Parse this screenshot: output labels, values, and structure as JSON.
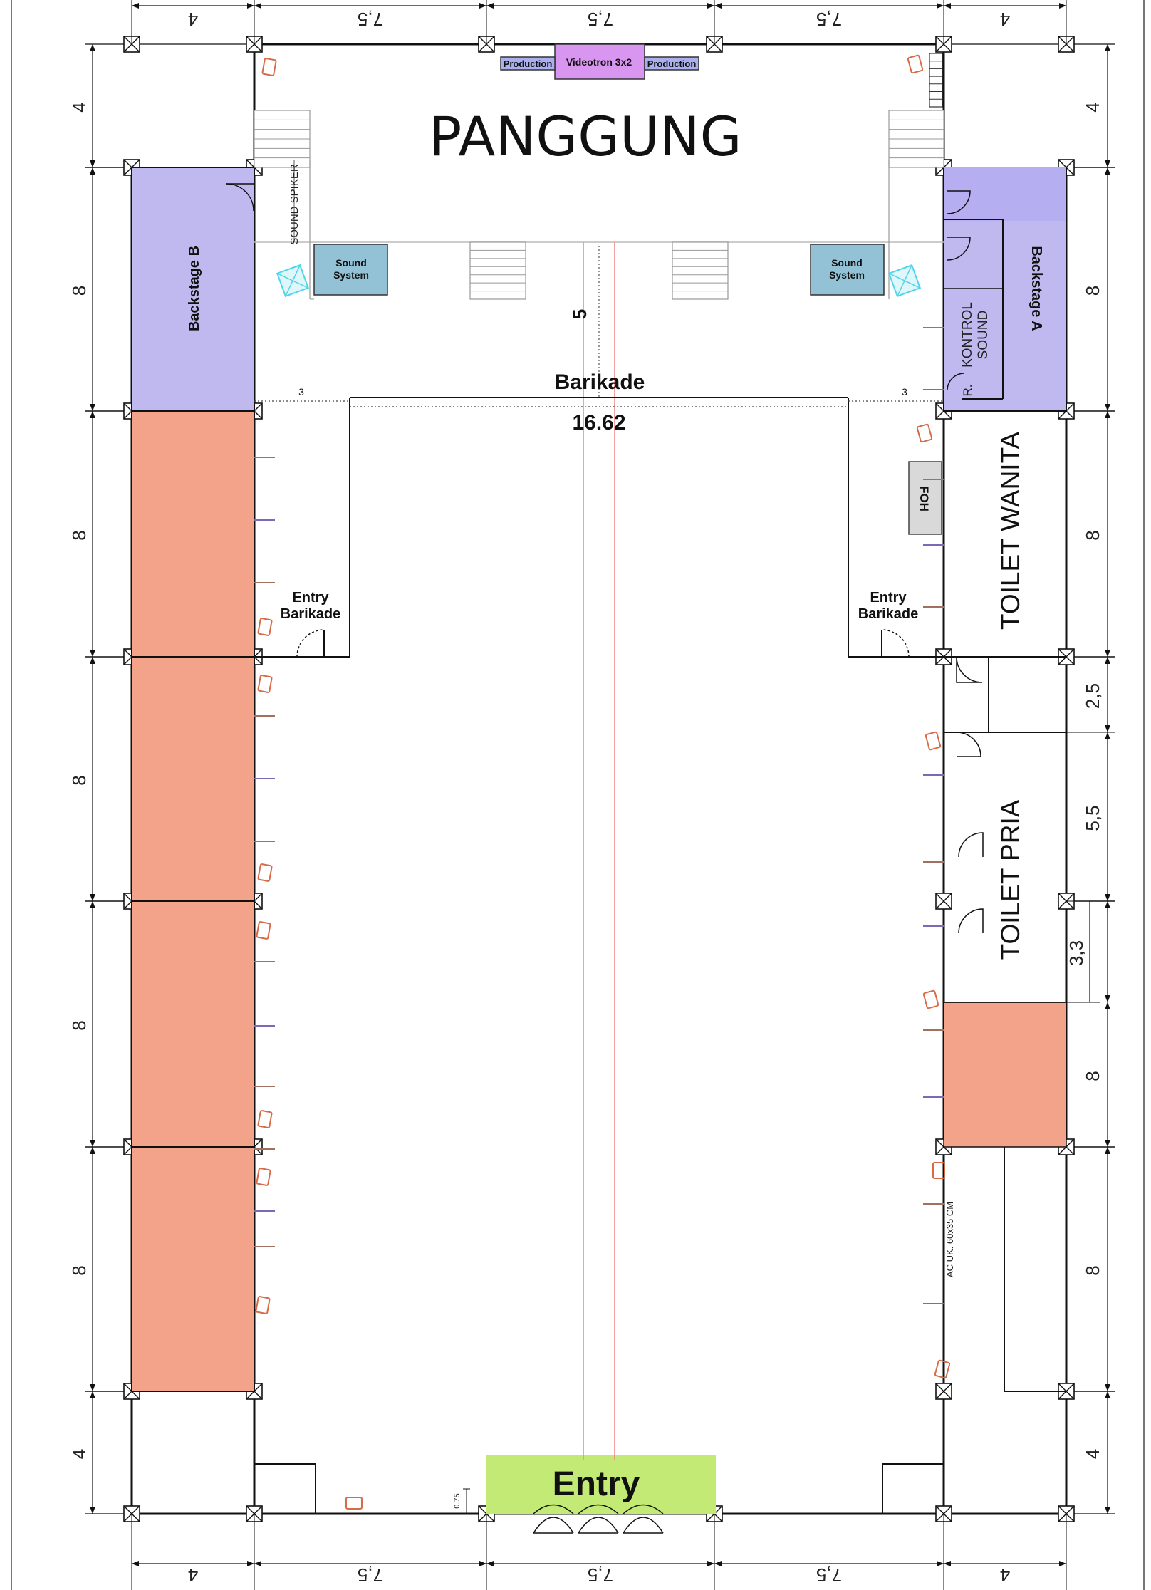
{
  "labels": {
    "stage": "PANGGUNG",
    "videotron": "Videotron 3x2",
    "production_left": "Production",
    "production_right": "Production",
    "sound_system_left": [
      "Sound",
      "System"
    ],
    "sound_system_right": [
      "Sound",
      "System"
    ],
    "sound_spiker": "SOUND SPIKER",
    "backstage_a": "Backstage A",
    "backstage_b": "Backstage B",
    "kontrol_sound": [
      "KONTROL",
      "SOUND"
    ],
    "kontrol_prefix": "R.",
    "barikade": "Barikade",
    "barikade_width": "16.62",
    "barikade_side_left": "3",
    "barikade_side_right": "3",
    "stage_depth": "5",
    "entry_barikade_left": [
      "Entry",
      "Barikade"
    ],
    "entry_barikade_right": [
      "Entry",
      "Barikade"
    ],
    "foh": "FOH",
    "toilet_wanita": "TOILET WANITA",
    "toilet_pria": "TOILET PRIA",
    "ac_note": "AC UK. 60x35 CM",
    "entry": "Entry",
    "door_gap": "0.75"
  },
  "dimensions": {
    "top": [
      "4",
      "7,5",
      "7,5",
      "7,5",
      "4"
    ],
    "bottom": [
      "4",
      "7,5",
      "7,5",
      "7,5",
      "4"
    ],
    "left": [
      "4",
      "8",
      "8",
      "8",
      "8",
      "8",
      "4"
    ],
    "right": [
      "4",
      "8",
      "8",
      "2,5",
      "5,5",
      "3,3",
      "8",
      "8",
      "4"
    ]
  },
  "colors": {
    "backstage": "#c0b9f0",
    "booth": "#f2a38a",
    "sound_system": "#93c2d6",
    "videotron": "#d896f0",
    "production": "#aab0ee",
    "entry": "#c3ea74",
    "foh": "#d9d9d9",
    "centerline": "#f08c8c",
    "speaker": "#4fd6ea",
    "chair": "#d86a48"
  }
}
